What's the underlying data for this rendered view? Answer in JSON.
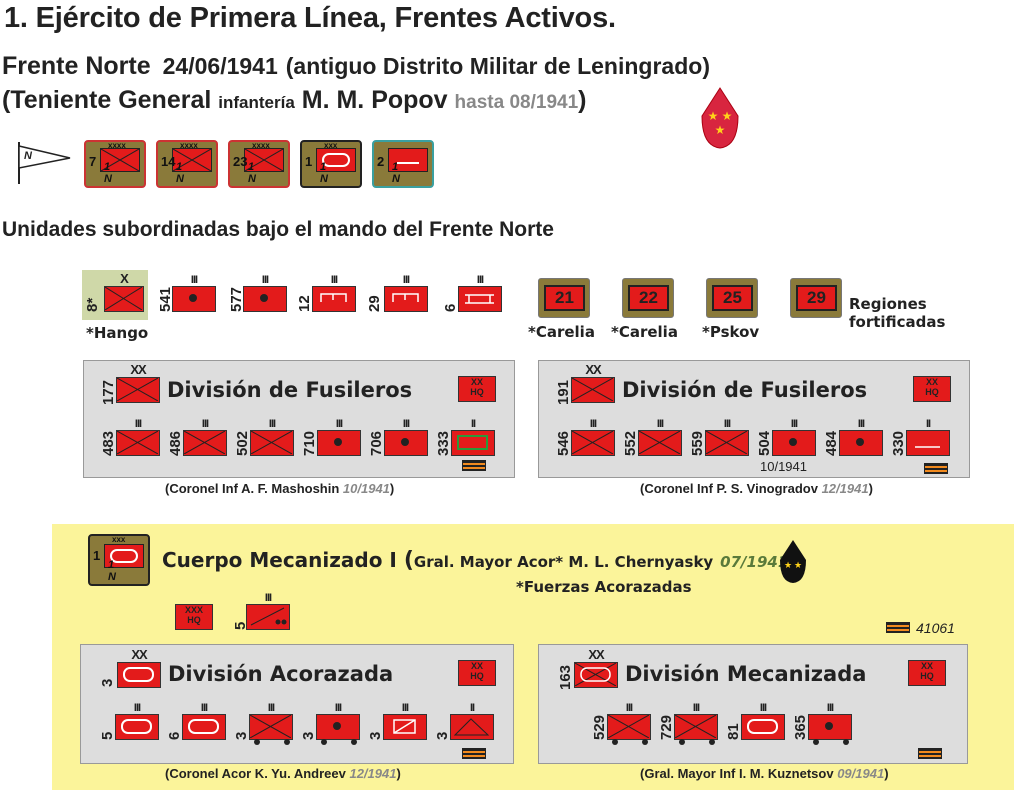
{
  "title": "1. Ejército de Primera Línea, Frentes Activos.",
  "front": {
    "name": "Frente Norte",
    "date": "24/06/1941",
    "region": "(antiguo Distrito Militar de Leningrado)",
    "cmd_open": "(Teniente General",
    "cmd_branch": "infantería",
    "cmd_name": "M. M. Popov",
    "cmd_until": "hasta 08/1941",
    "cmd_close": ")"
  },
  "flag_letter": "N",
  "army_counters": [
    {
      "n": "7",
      "bottom": "1 N",
      "ech": "xxxx"
    },
    {
      "n": "14",
      "bottom": "1 N",
      "ech": "xxxx"
    },
    {
      "n": "23",
      "bottom": "1 N",
      "ech": "xxxx"
    },
    {
      "n": "1",
      "bottom": "1 N",
      "ech": "xxx"
    },
    {
      "n": "2",
      "bottom": "1 N",
      "ech": ""
    }
  ],
  "subtitle": "Unidades subordinadas bajo el mando del Frente Norte",
  "independent": {
    "hango_num": "8*",
    "hango_ech": "X",
    "hango_label": "*Hango",
    "units": [
      "541",
      "577",
      "12",
      "29",
      "6"
    ]
  },
  "fortified": {
    "items": [
      {
        "n": "21",
        "label": "*Carelia"
      },
      {
        "n": "22",
        "label": "*Carelia"
      },
      {
        "n": "25",
        "label": "*Pskov"
      },
      {
        "n": "29",
        "label": ""
      }
    ],
    "label": "Regiones fortificadas"
  },
  "div177": {
    "num": "177",
    "ech": "XX",
    "title": "División de Fusileros",
    "regiments": [
      "483",
      "486",
      "502",
      "710",
      "706",
      "333"
    ],
    "commander": "(Coronel Inf A. F. Mashoshin",
    "date": "10/1941",
    "close": ")"
  },
  "div191": {
    "num": "191",
    "ech": "XX",
    "title": "División de Fusileros",
    "regiments": [
      "546",
      "552",
      "559",
      "504",
      "484",
      "330"
    ],
    "note": "10/1941",
    "commander": "(Coronel Inf P. S. Vinogradov",
    "date": "12/1941",
    "close": ")"
  },
  "mech": {
    "counter_n": "1",
    "counter_bottom": "1 N",
    "counter_ech": "xxx",
    "title": "Cuerpo Mecanizado I",
    "open": "(",
    "commander": "Gral. Mayor Acor* M. L. Chernyasky",
    "date": "07/1941",
    "close": ")",
    "note": "*Fuerzas Acorazadas",
    "moto_num": "5",
    "ribbon_code": "41061"
  },
  "div3": {
    "num": "3",
    "ech": "XX",
    "title": "División Acorazada",
    "regiments": [
      "5",
      "6",
      "3",
      "3",
      "3",
      "3"
    ],
    "commander": "(Coronel Acor K. Yu. Andreev",
    "date": "12/1941",
    "close": ")"
  },
  "div163": {
    "num": "163",
    "ech": "XX",
    "title": "División Mecanizada",
    "regiments": [
      "529",
      "729",
      "81",
      "365"
    ],
    "commander": "(Gral. Mayor Inf I. M. Kuznetsov",
    "date": "09/1941",
    "close": ")"
  },
  "hq_label": "HQ",
  "colors": {
    "unit": "#e31b1b",
    "counter": "#8a7a3a",
    "panel": "#dddddd",
    "highlight": "#fbf49a"
  }
}
